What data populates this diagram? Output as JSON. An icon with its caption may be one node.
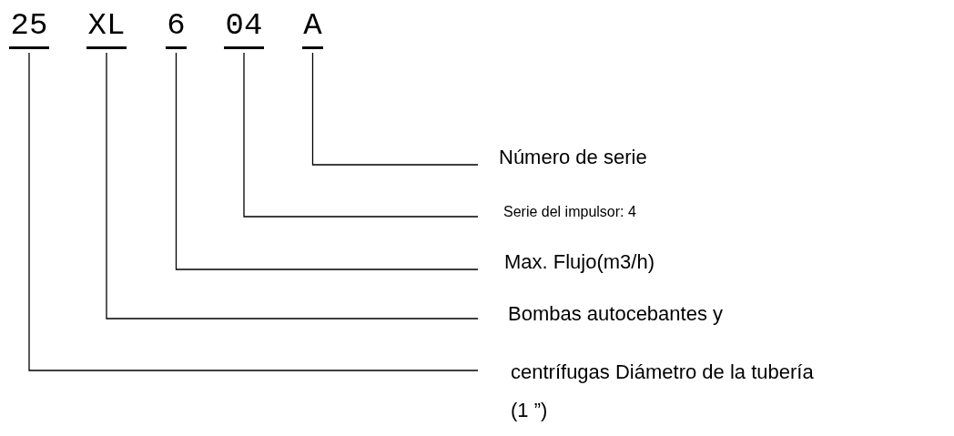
{
  "diagram": {
    "nodes": [
      {
        "text": [
          "25"
        ]
      },
      {
        "text": [
          "XL"
        ]
      },
      {
        "text": [
          "6"
        ]
      },
      {
        "text": [
          "04"
        ]
      },
      {
        "text": [
          "A"
        ]
      },
      {
        "text": [
          "Número de serie"
        ]
      },
      {
        "text": [
          "Serie del impulsor: 4"
        ]
      },
      {
        "text": [
          "Max. Flujo(m3/h)"
        ]
      },
      {
        "text": [
          "Bombas autocebantes y"
        ]
      },
      {
        "text": [
          "centrífugas Diámetro de la tubería",
          "(1 ”)"
        ]
      }
    ],
    "edges": [
      {
        "from": 4,
        "to": 5,
        "arrow": "none"
      },
      {
        "from": 3,
        "to": 6,
        "arrow": "none"
      },
      {
        "from": 2,
        "to": 7,
        "arrow": "none"
      },
      {
        "from": 1,
        "to": 8,
        "arrow": "none"
      },
      {
        "from": 0,
        "to": 9,
        "arrow": "none"
      }
    ]
  }
}
